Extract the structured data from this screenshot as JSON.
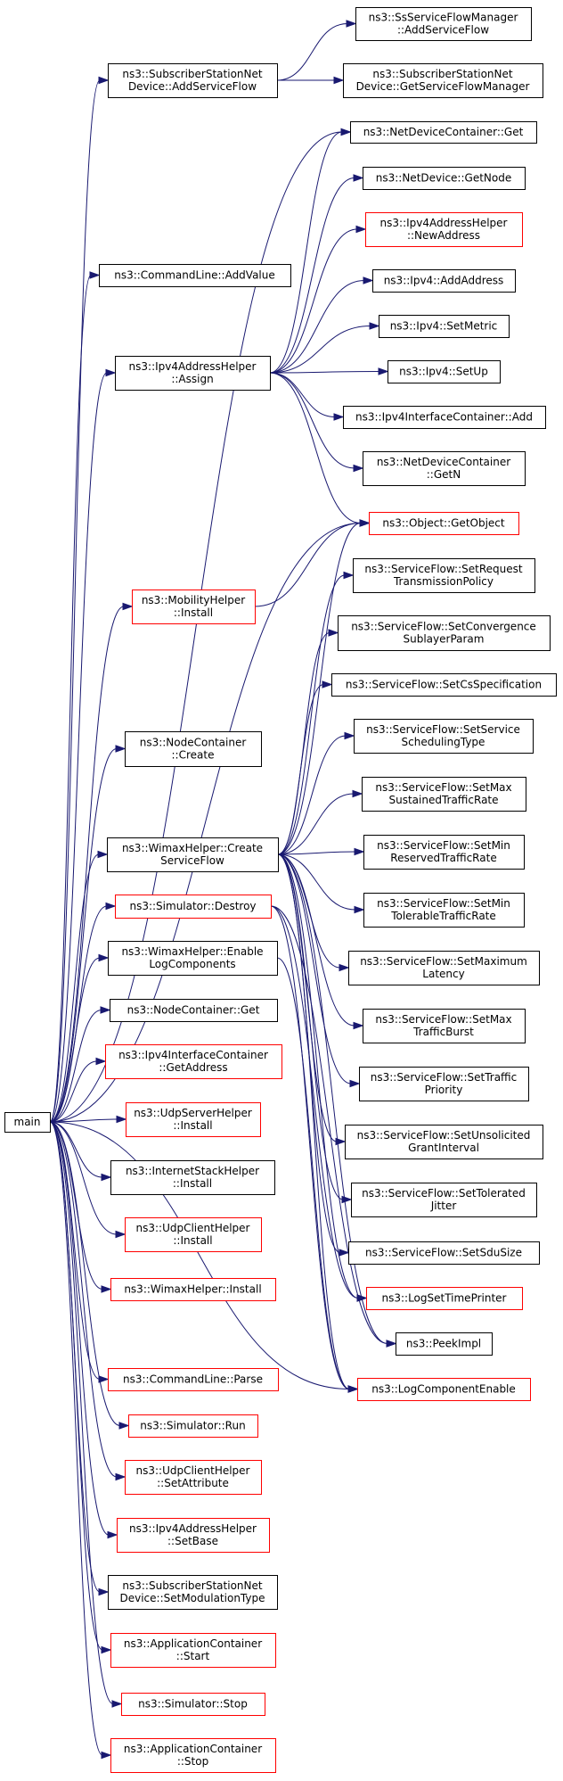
{
  "colors": {
    "edge": "#191970",
    "node_border": "#000000",
    "node_border_link": "#ff0000",
    "root_fill": "#bfbfbf"
  },
  "nodes": {
    "main": {
      "lines": [
        "main"
      ],
      "kind": "root"
    },
    "sss_add": {
      "lines": [
        "ns3::SubscriberStationNet",
        "Device::AddServiceFlow"
      ],
      "kind": "normal"
    },
    "ssfm_add": {
      "lines": [
        "ns3::SsServiceFlowManager",
        "::AddServiceFlow"
      ],
      "kind": "normal"
    },
    "sss_getmgr": {
      "lines": [
        "ns3::SubscriberStationNet",
        "Device::GetServiceFlowManager"
      ],
      "kind": "normal"
    },
    "ndc_get": {
      "lines": [
        "ns3::NetDeviceContainer::Get"
      ],
      "kind": "normal"
    },
    "nd_getnode": {
      "lines": [
        "ns3::NetDevice::GetNode"
      ],
      "kind": "normal"
    },
    "ipv4h_newaddr": {
      "lines": [
        "ns3::Ipv4AddressHelper",
        "::NewAddress"
      ],
      "kind": "link"
    },
    "cl_addvalue": {
      "lines": [
        "ns3::CommandLine::AddValue"
      ],
      "kind": "normal"
    },
    "ipv4_addaddr": {
      "lines": [
        "ns3::Ipv4::AddAddress"
      ],
      "kind": "normal"
    },
    "ipv4_setmetric": {
      "lines": [
        "ns3::Ipv4::SetMetric"
      ],
      "kind": "normal"
    },
    "ipv4h_assign": {
      "lines": [
        "ns3::Ipv4AddressHelper",
        "::Assign"
      ],
      "kind": "normal"
    },
    "ipv4_setup": {
      "lines": [
        "ns3::Ipv4::SetUp"
      ],
      "kind": "normal"
    },
    "ipv4ic_add": {
      "lines": [
        "ns3::Ipv4InterfaceContainer::Add"
      ],
      "kind": "normal"
    },
    "ndc_getn": {
      "lines": [
        "ns3::NetDeviceContainer",
        "::GetN"
      ],
      "kind": "normal"
    },
    "obj_getobject": {
      "lines": [
        "ns3::Object::GetObject"
      ],
      "kind": "link"
    },
    "sf_setreqtx": {
      "lines": [
        "ns3::ServiceFlow::SetRequest",
        "TransmissionPolicy"
      ],
      "kind": "normal"
    },
    "mob_install": {
      "lines": [
        "ns3::MobilityHelper",
        "::Install"
      ],
      "kind": "link"
    },
    "sf_setconv": {
      "lines": [
        "ns3::ServiceFlow::SetConvergence",
        "SublayerParam"
      ],
      "kind": "normal"
    },
    "sf_setcs": {
      "lines": [
        "ns3::ServiceFlow::SetCsSpecification"
      ],
      "kind": "normal"
    },
    "sf_setsched": {
      "lines": [
        "ns3::ServiceFlow::SetService",
        "SchedulingType"
      ],
      "kind": "normal"
    },
    "nc_create": {
      "lines": [
        "ns3::NodeContainer",
        "::Create"
      ],
      "kind": "normal"
    },
    "sf_setmaxsust": {
      "lines": [
        "ns3::ServiceFlow::SetMax",
        "SustainedTrafficRate"
      ],
      "kind": "normal"
    },
    "wh_createsf": {
      "lines": [
        "ns3::WimaxHelper::Create",
        "ServiceFlow"
      ],
      "kind": "normal"
    },
    "sf_setminres": {
      "lines": [
        "ns3::ServiceFlow::SetMin",
        "ReservedTrafficRate"
      ],
      "kind": "normal"
    },
    "sim_destroy": {
      "lines": [
        "ns3::Simulator::Destroy"
      ],
      "kind": "link"
    },
    "sf_setmintol": {
      "lines": [
        "ns3::ServiceFlow::SetMin",
        "TolerableTrafficRate"
      ],
      "kind": "normal"
    },
    "wh_enablelog": {
      "lines": [
        "ns3::WimaxHelper::Enable",
        "LogComponents"
      ],
      "kind": "normal"
    },
    "sf_setmaxlat": {
      "lines": [
        "ns3::ServiceFlow::SetMaximum",
        "Latency"
      ],
      "kind": "normal"
    },
    "nc_get": {
      "lines": [
        "ns3::NodeContainer::Get"
      ],
      "kind": "normal"
    },
    "sf_setmaxburst": {
      "lines": [
        "ns3::ServiceFlow::SetMax",
        "TrafficBurst"
      ],
      "kind": "normal"
    },
    "ipv4ic_getaddr": {
      "lines": [
        "ns3::Ipv4InterfaceContainer",
        "::GetAddress"
      ],
      "kind": "link"
    },
    "sf_settrafprio": {
      "lines": [
        "ns3::ServiceFlow::SetTraffic",
        "Priority"
      ],
      "kind": "normal"
    },
    "udps_install": {
      "lines": [
        "ns3::UdpServerHelper",
        "::Install"
      ],
      "kind": "link"
    },
    "sf_setunsol": {
      "lines": [
        "ns3::ServiceFlow::SetUnsolicited",
        "GrantInterval"
      ],
      "kind": "normal"
    },
    "ish_install": {
      "lines": [
        "ns3::InternetStackHelper",
        "::Install"
      ],
      "kind": "normal"
    },
    "sf_settoljit": {
      "lines": [
        "ns3::ServiceFlow::SetTolerated",
        "Jitter"
      ],
      "kind": "normal"
    },
    "udpc_install": {
      "lines": [
        "ns3::UdpClientHelper",
        "::Install"
      ],
      "kind": "link"
    },
    "sf_setsdu": {
      "lines": [
        "ns3::ServiceFlow::SetSduSize"
      ],
      "kind": "normal"
    },
    "wh_install": {
      "lines": [
        "ns3::WimaxHelper::Install"
      ],
      "kind": "link"
    },
    "log_settime": {
      "lines": [
        "ns3::LogSetTimePrinter"
      ],
      "kind": "link"
    },
    "peekimpl": {
      "lines": [
        "ns3::PeekImpl"
      ],
      "kind": "normal"
    },
    "log_compenable": {
      "lines": [
        "ns3::LogComponentEnable"
      ],
      "kind": "link"
    },
    "cl_parse": {
      "lines": [
        "ns3::CommandLine::Parse"
      ],
      "kind": "link"
    },
    "sim_run": {
      "lines": [
        "ns3::Simulator::Run"
      ],
      "kind": "link"
    },
    "udpc_setattr": {
      "lines": [
        "ns3::UdpClientHelper",
        "::SetAttribute"
      ],
      "kind": "link"
    },
    "ipv4h_setbase": {
      "lines": [
        "ns3::Ipv4AddressHelper",
        "::SetBase"
      ],
      "kind": "link"
    },
    "sss_setmod": {
      "lines": [
        "ns3::SubscriberStationNet",
        "Device::SetModulationType"
      ],
      "kind": "normal"
    },
    "ac_start": {
      "lines": [
        "ns3::ApplicationContainer",
        "::Start"
      ],
      "kind": "link"
    },
    "sim_stop": {
      "lines": [
        "ns3::Simulator::Stop"
      ],
      "kind": "link"
    },
    "ac_stop": {
      "lines": [
        "ns3::ApplicationContainer",
        "::Stop"
      ],
      "kind": "link"
    }
  },
  "edges": [
    [
      "main",
      "sss_add"
    ],
    [
      "main",
      "cl_addvalue"
    ],
    [
      "main",
      "ipv4h_assign"
    ],
    [
      "main",
      "mob_install"
    ],
    [
      "main",
      "nc_create"
    ],
    [
      "main",
      "wh_createsf"
    ],
    [
      "main",
      "sim_destroy"
    ],
    [
      "main",
      "wh_enablelog"
    ],
    [
      "main",
      "nc_get"
    ],
    [
      "main",
      "ipv4ic_getaddr"
    ],
    [
      "main",
      "udps_install"
    ],
    [
      "main",
      "ish_install"
    ],
    [
      "main",
      "udpc_install"
    ],
    [
      "main",
      "wh_install"
    ],
    [
      "main",
      "cl_parse"
    ],
    [
      "main",
      "sim_run"
    ],
    [
      "main",
      "udpc_setattr"
    ],
    [
      "main",
      "ipv4h_setbase"
    ],
    [
      "main",
      "sss_setmod"
    ],
    [
      "main",
      "ac_start"
    ],
    [
      "main",
      "sim_stop"
    ],
    [
      "main",
      "ac_stop"
    ],
    [
      "main",
      "log_compenable"
    ],
    [
      "main",
      "ndc_get"
    ],
    [
      "main",
      "obj_getobject"
    ],
    [
      "sss_add",
      "ssfm_add"
    ],
    [
      "sss_add",
      "sss_getmgr"
    ],
    [
      "ipv4h_assign",
      "ndc_get"
    ],
    [
      "ipv4h_assign",
      "nd_getnode"
    ],
    [
      "ipv4h_assign",
      "ipv4h_newaddr"
    ],
    [
      "ipv4h_assign",
      "ipv4_addaddr"
    ],
    [
      "ipv4h_assign",
      "ipv4_setmetric"
    ],
    [
      "ipv4h_assign",
      "ipv4_setup"
    ],
    [
      "ipv4h_assign",
      "ipv4ic_add"
    ],
    [
      "ipv4h_assign",
      "ndc_getn"
    ],
    [
      "ipv4h_assign",
      "obj_getobject"
    ],
    [
      "mob_install",
      "obj_getobject"
    ],
    [
      "wh_createsf",
      "sf_setreqtx"
    ],
    [
      "wh_createsf",
      "sf_setconv"
    ],
    [
      "wh_createsf",
      "sf_setcs"
    ],
    [
      "wh_createsf",
      "sf_setsched"
    ],
    [
      "wh_createsf",
      "sf_setmaxsust"
    ],
    [
      "wh_createsf",
      "sf_setminres"
    ],
    [
      "wh_createsf",
      "sf_setmintol"
    ],
    [
      "wh_createsf",
      "sf_setmaxlat"
    ],
    [
      "wh_createsf",
      "sf_setmaxburst"
    ],
    [
      "wh_createsf",
      "sf_settrafprio"
    ],
    [
      "wh_createsf",
      "sf_setunsol"
    ],
    [
      "wh_createsf",
      "sf_settoljit"
    ],
    [
      "wh_createsf",
      "sf_setsdu"
    ],
    [
      "wh_createsf",
      "log_settime"
    ],
    [
      "wh_createsf",
      "peekimpl"
    ],
    [
      "wh_createsf",
      "log_compenable"
    ],
    [
      "wh_createsf",
      "obj_getobject"
    ],
    [
      "sim_destroy",
      "log_settime"
    ],
    [
      "sim_destroy",
      "peekimpl"
    ],
    [
      "sim_destroy",
      "log_compenable"
    ],
    [
      "wh_enablelog",
      "log_compenable"
    ]
  ]
}
